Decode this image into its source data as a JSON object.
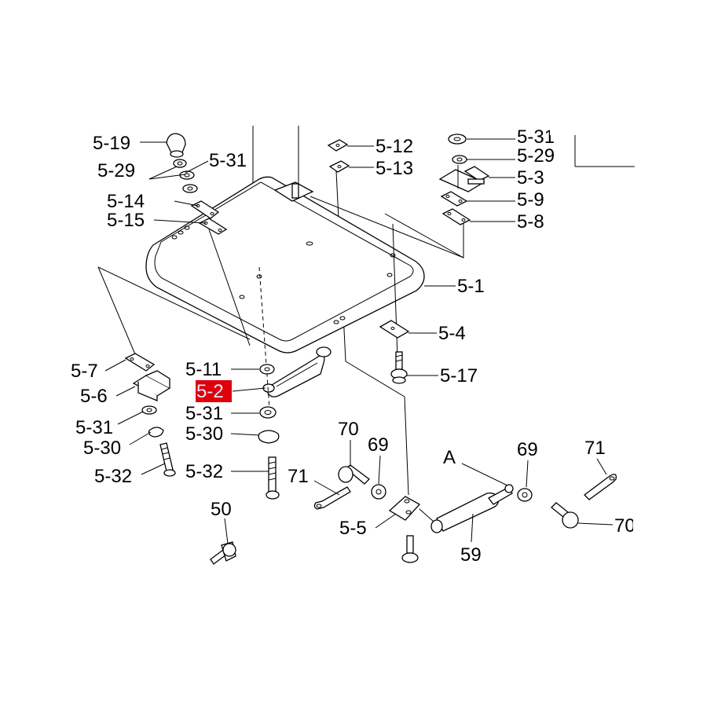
{
  "diagram": {
    "highlight_color": "#e0000b",
    "highlight_text_color": "#dfe8ff",
    "labels": {
      "p5_19": "5-19",
      "p5_29_left": "5-29",
      "p5_31_left_top": "5-31",
      "p5_14": "5-14",
      "p5_15": "5-15",
      "p5_12": "5-12",
      "p5_13": "5-13",
      "p5_31_right_top": "5-31",
      "p5_29_right": "5-29",
      "p5_3": "5-3",
      "p5_9": "5-9",
      "p5_8": "5-8",
      "p5_1": "5-1",
      "p5_4": "5-4",
      "p5_17": "5-17",
      "p5_7": "5-7",
      "p5_6": "5-6",
      "p5_31_left_bottom": "5-31",
      "p5_30_left": "5-30",
      "p5_32_left": "5-32",
      "p5_11": "5-11",
      "p5_2": "5-2",
      "p5_31_center": "5-31",
      "p5_30_center": "5-30",
      "p5_32_center": "5-32",
      "p70_left": "70",
      "p69_left": "69",
      "p71_left": "71",
      "p5_5": "5-5",
      "pA": "A",
      "p69_right": "69",
      "p71_right": "71",
      "p70_right": "70",
      "p59": "59",
      "p50": "50"
    }
  }
}
